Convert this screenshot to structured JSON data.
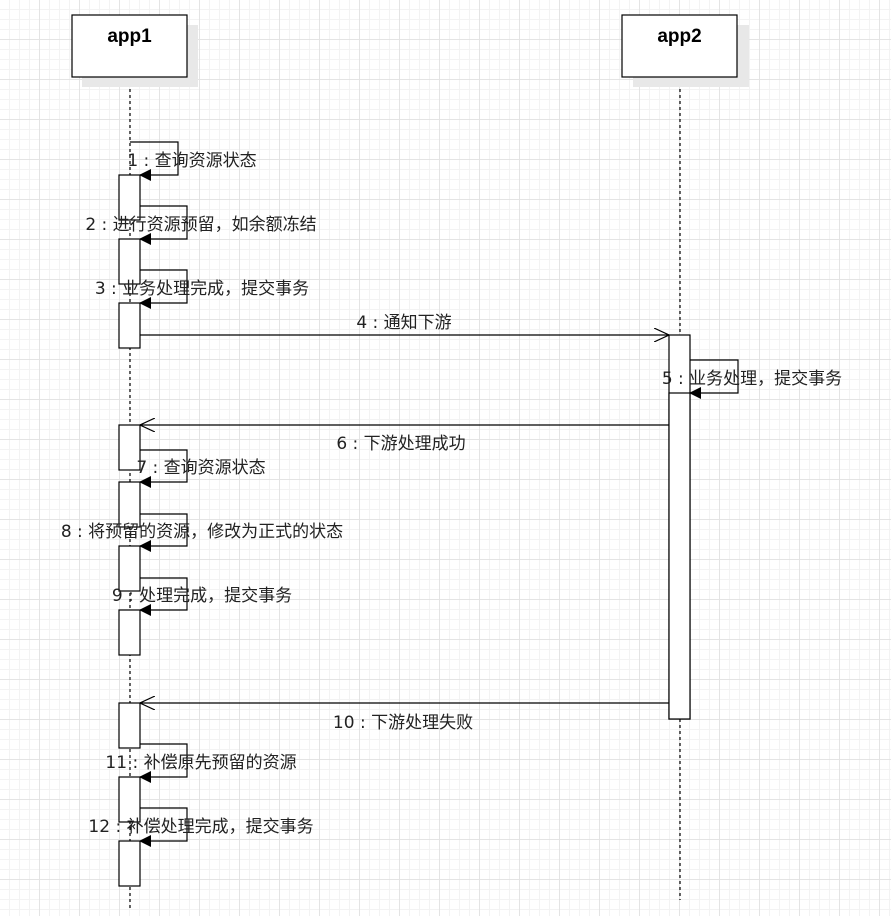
{
  "actors": [
    {
      "id": "app1",
      "label": "app1"
    },
    {
      "id": "app2",
      "label": "app2"
    }
  ],
  "messages": [
    {
      "index": 1,
      "from": "app1",
      "to": "app1",
      "label": "1 : 查询资源状态"
    },
    {
      "index": 2,
      "from": "app1",
      "to": "app1",
      "label": "2 : 进行资源预留，如余额冻结"
    },
    {
      "index": 3,
      "from": "app1",
      "to": "app1",
      "label": "3 : 业务处理完成，提交事务"
    },
    {
      "index": 4,
      "from": "app1",
      "to": "app2",
      "label": "4 : 通知下游"
    },
    {
      "index": 5,
      "from": "app2",
      "to": "app2",
      "label": "5 : 业务处理，提交事务"
    },
    {
      "index": 6,
      "from": "app2",
      "to": "app1",
      "label": "6 : 下游处理成功"
    },
    {
      "index": 7,
      "from": "app1",
      "to": "app1",
      "label": "7 : 查询资源状态"
    },
    {
      "index": 8,
      "from": "app1",
      "to": "app1",
      "label": "8 : 将预留的资源，修改为正式的状态"
    },
    {
      "index": 9,
      "from": "app1",
      "to": "app1",
      "label": "9 : 处理完成，提交事务"
    },
    {
      "index": 10,
      "from": "app2",
      "to": "app1",
      "label": "10 : 下游处理失败"
    },
    {
      "index": 11,
      "from": "app1",
      "to": "app1",
      "label": "11 : 补偿原先预留的资源"
    },
    {
      "index": 12,
      "from": "app1",
      "to": "app1",
      "label": "12 : 补偿处理完成，提交事务"
    }
  ],
  "colors": {
    "line": "#000000",
    "box_fill": "#ffffff",
    "shadow": "#e8e8e8",
    "text": "#222222"
  }
}
